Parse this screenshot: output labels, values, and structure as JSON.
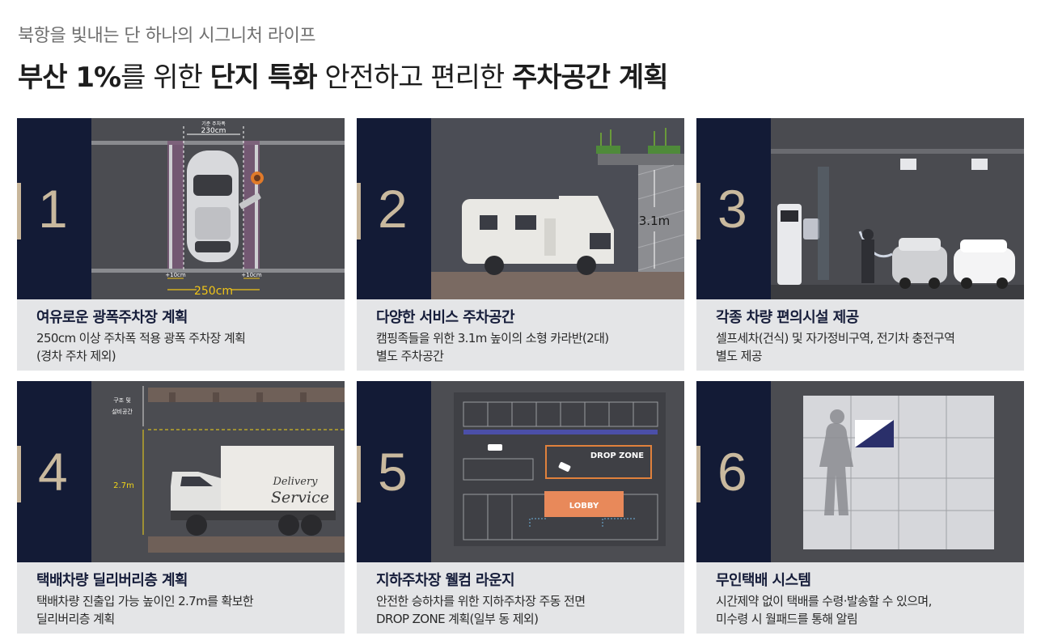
{
  "header": {
    "subtitle": "북항을 빛내는 단 하나의 시그니처 라이프",
    "title_parts": [
      "부산 1%",
      "를 위한 ",
      "단지 특화",
      " 안전하고 편리한 ",
      "주차공간 계획"
    ]
  },
  "cards": [
    {
      "num": "1",
      "title": "여유로운 광폭주차장 계획",
      "desc1": "250cm 이상 주차폭 적용 광폭 주차장 계획",
      "desc2": "(경차 주차 제외)",
      "labels": {
        "std_small": "기준 주차폭",
        "std": "230cm",
        "margin_l": "+10cm",
        "margin_r": "+10cm",
        "width": "250cm"
      }
    },
    {
      "num": "2",
      "title": "다양한 서비스 주차공간",
      "desc1": "캠핑족들을 위한 3.1m 높이의 소형 카라반(2대)",
      "desc2": "별도 주차공간",
      "labels": {
        "height": "3.1m"
      }
    },
    {
      "num": "3",
      "title": "각종 차량 편의시설 제공",
      "desc1": "셀프세차(건식) 및 자가정비구역, 전기차 충전구역",
      "desc2": "별도 제공",
      "labels": {}
    },
    {
      "num": "4",
      "title": "택배차량 딜리버리층 계획",
      "desc1": "택배차량 진출입 가능 높이인 2.7m를 확보한",
      "desc2": "딜리버리층 계획",
      "labels": {
        "struct1": "구조 및",
        "struct2": "설비공간",
        "height": "2.7m",
        "truck1": "Delivery",
        "truck2": "Service"
      }
    },
    {
      "num": "5",
      "title": "지하주차장 웰컴 라운지",
      "desc1": "안전한 승하차를 위한 지하주차장 주동 전면",
      "desc2": "DROP ZONE 계획(일부 동 제외)",
      "labels": {
        "drop": "DROP ZONE",
        "lobby": "LOBBY"
      }
    },
    {
      "num": "6",
      "title": "무인택배 시스템",
      "desc1": "시간제약 없이 택배를 수령·발송할 수 있으며,",
      "desc2": "미수령 시 월패드를 통해 알림",
      "labels": {}
    }
  ],
  "colors": {
    "navy": "#131b36",
    "gold": "#c9b99e",
    "caption_bg": "#e4e5e7",
    "image_bg": "#4b4c51"
  }
}
